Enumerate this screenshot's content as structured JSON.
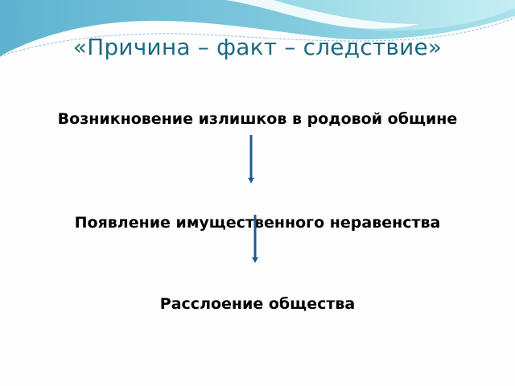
{
  "slide": {
    "title": "«Причина – факт – следствие»",
    "steps": [
      {
        "label": "Возникновение  излишков в родовой общине"
      },
      {
        "label": "Появление имущественного неравенства"
      },
      {
        "label": "Расслоение общества"
      }
    ],
    "arrows": [
      {
        "direction": "down",
        "from": 0,
        "to": 1
      },
      {
        "direction": "down",
        "from": 1,
        "to": 2
      }
    ]
  },
  "colors": {
    "title": "#1d6a80",
    "arrow": "#1f5a96",
    "wave_dark": "#6fbcd6",
    "wave_light": "#a6e0ea",
    "background": "#ffffff"
  }
}
